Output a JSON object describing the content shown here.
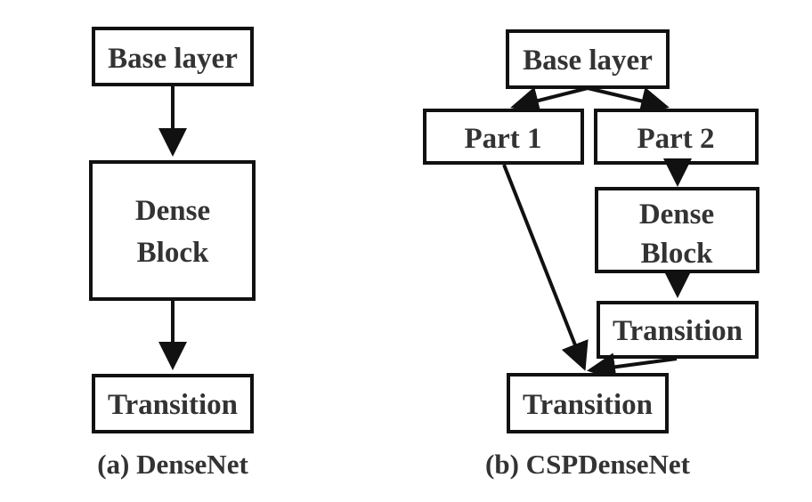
{
  "densenet": {
    "base_layer": "Base layer",
    "dense_line1": "Dense",
    "dense_line2": "Block",
    "transition": "Transition",
    "caption": "(a) DenseNet"
  },
  "cspdensenet": {
    "base_layer": "Base layer",
    "part1": "Part 1",
    "part2": "Part 2",
    "dense_line1": "Dense",
    "dense_line2": "Block",
    "transition_mid": "Transition",
    "transition_final": "Transition",
    "caption": "(b) CSPDenseNet"
  }
}
